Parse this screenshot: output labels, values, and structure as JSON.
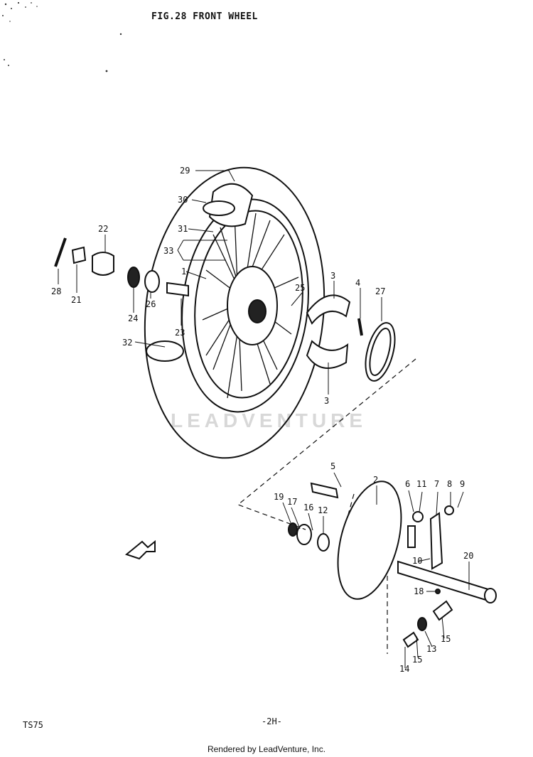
{
  "header": {
    "figure_title": "FIG.28  FRONT WHEEL"
  },
  "footer": {
    "model": "TS75",
    "page_number": "-2H-",
    "credit": "Rendered by LeadVenture, Inc."
  },
  "watermark": "LEADVENTURE",
  "callouts": [
    "29",
    "30",
    "31",
    "33",
    "1",
    "22",
    "28",
    "21",
    "24",
    "26",
    "23",
    "32",
    "25",
    "3",
    "4",
    "27",
    "3",
    "5",
    "2",
    "6",
    "11",
    "7",
    "8",
    "9",
    "19",
    "17",
    "16",
    "12",
    "10",
    "20",
    "18",
    "15",
    "13",
    "15",
    "14"
  ]
}
